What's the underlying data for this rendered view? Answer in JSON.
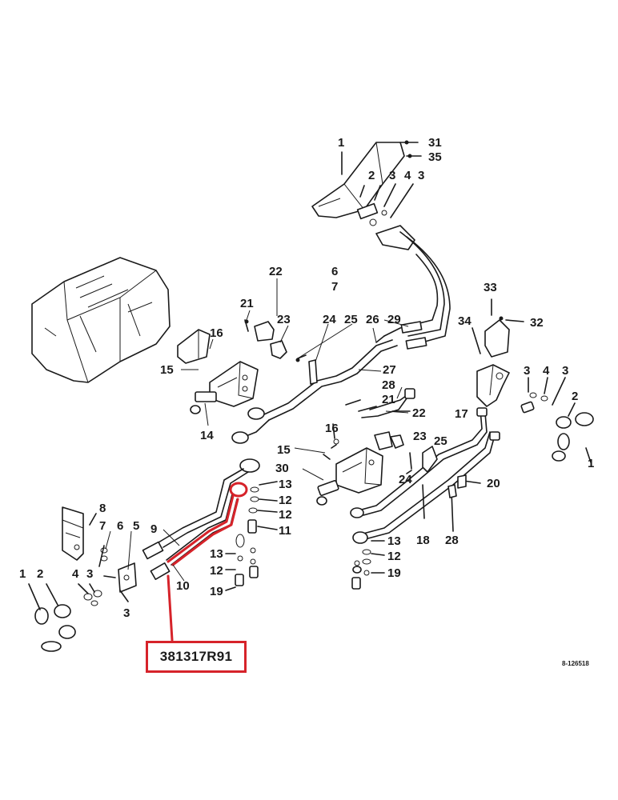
{
  "diagram": {
    "callouts": [
      "1",
      "31",
      "35",
      "2",
      "3",
      "4",
      "3",
      "6",
      "7",
      "22",
      "21",
      "23",
      "24",
      "25",
      "26",
      "29",
      "16",
      "15",
      "27",
      "14",
      "28",
      "21",
      "22",
      "16",
      "23",
      "15",
      "25",
      "30",
      "24",
      "13",
      "12",
      "12",
      "11",
      "8",
      "7",
      "6",
      "5",
      "9",
      "10",
      "13",
      "12",
      "19",
      "1",
      "2",
      "4",
      "3",
      "3",
      "17",
      "18",
      "20",
      "28",
      "13",
      "12",
      "19",
      "33",
      "34",
      "32",
      "3",
      "4",
      "3",
      "2",
      "1"
    ],
    "ref_number": "8-126518"
  },
  "part_label": {
    "number": "381317R91",
    "highlight_color": "#d6232a"
  }
}
